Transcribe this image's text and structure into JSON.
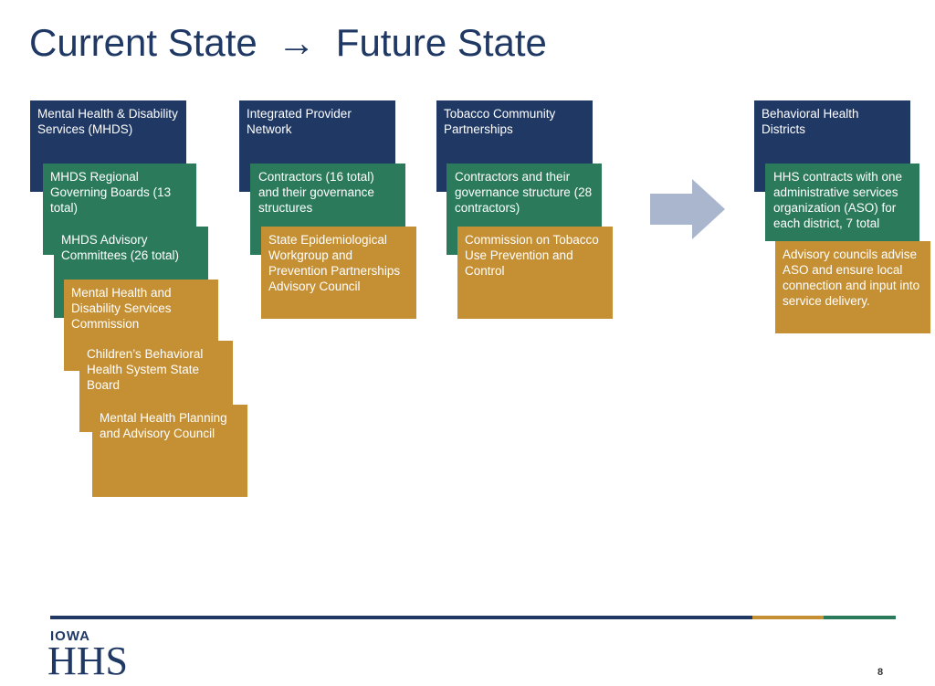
{
  "slide": {
    "title_left": "Current State",
    "title_arrow": "→",
    "title_right": "Future State",
    "page_number": "8"
  },
  "columns": {
    "mhds": {
      "header": "Mental Health & Disability Services (MHDS)",
      "items": [
        "MHDS Regional Governing Boards (13 total)",
        "MHDS Advisory Committees (26 total)",
        "Mental Health and Disability Services Commission",
        "Children’s Behavioral Health System State Board",
        "Mental Health Planning and Advisory Council"
      ]
    },
    "ipn": {
      "header": "Integrated Provider Network",
      "items": [
        "Contractors (16 total) and their governance structures",
        "State Epidemiological Workgroup and Prevention Partnerships Advisory Council"
      ]
    },
    "tobacco": {
      "header": "Tobacco Community Partnerships",
      "items": [
        "Contractors and their governance structure (28 contractors)",
        "Commission on Tobacco Use Prevention and Control"
      ]
    },
    "bhd": {
      "header": "Behavioral Health Districts",
      "items": [
        "HHS contracts with one administrative services organization (ASO) for each district, 7 total",
        "Advisory councils advise ASO and ensure local connection and input into service delivery."
      ]
    }
  },
  "logo": {
    "line1": "IOWA",
    "line2": "HHS"
  },
  "colors": {
    "navy": "#1f3864",
    "green": "#2b7a5b",
    "gold": "#c58f33",
    "arrow": "#a9b6cd"
  }
}
